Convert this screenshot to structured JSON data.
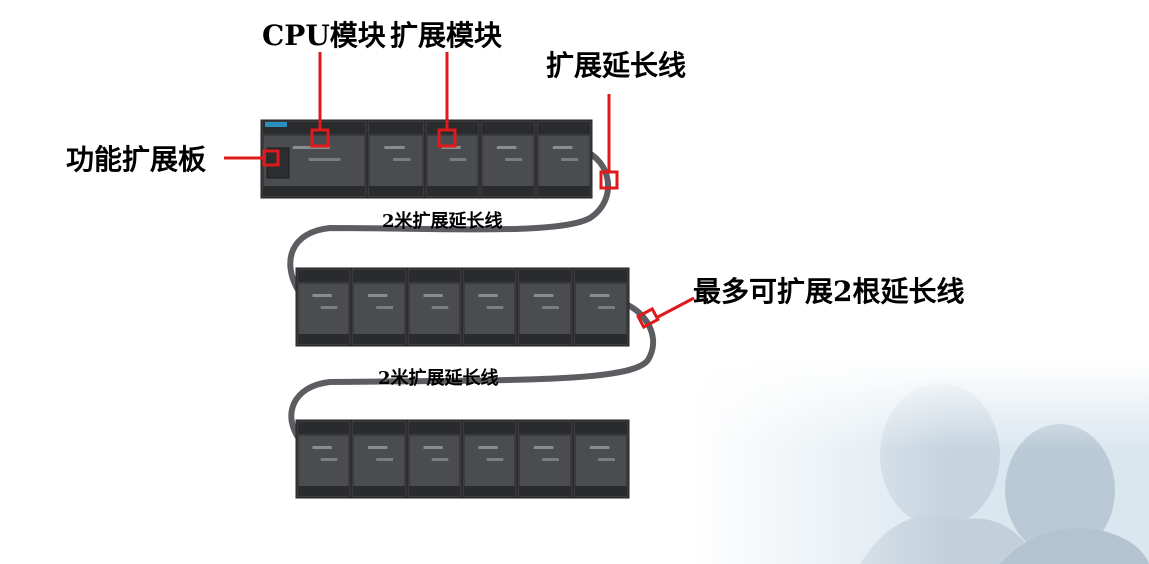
{
  "colors": {
    "callout": "#e01a1a",
    "module_body": "#3a3b3d",
    "module_face": "#4a4c4f",
    "module_top": "#2a2b2d",
    "cable": "#5b5d60",
    "accent": "#2a8fbf",
    "background_tint": "#dbe7ef"
  },
  "labels": {
    "cpu_module": "CPU模块",
    "expansion_module": "扩展模块",
    "expansion_cable_top": "扩展延长线",
    "function_board": "功能扩展板",
    "cable_2m_first": "2米扩展延长线",
    "max_cables": "最多可扩展2根延长线",
    "cable_2m_second": "2米扩展延长线"
  },
  "racks": [
    {
      "name": "rack-1-cpu",
      "modules": 5,
      "first_is_cpu": true
    },
    {
      "name": "rack-2",
      "modules": 6,
      "first_is_cpu": false
    },
    {
      "name": "rack-3",
      "modules": 6,
      "first_is_cpu": false
    }
  ],
  "icons": [
    "plc-module-icon",
    "extension-cable-icon",
    "callout-marker-icon"
  ]
}
